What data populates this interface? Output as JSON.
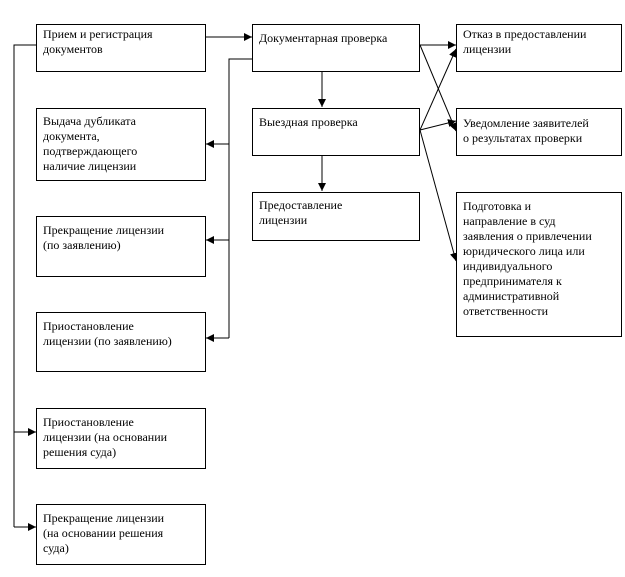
{
  "diagram": {
    "nodes": {
      "reg": "Прием и регистрация\nдокументов",
      "doccheck": "Документарная проверка",
      "refusal": "Отказ в предоставлении\nлицензии",
      "duplicate": "Выдача дубликата\nдокумента,\nподтверждающего\nналичие лицензии",
      "field": "Выездная проверка",
      "notify": "Уведомление заявителей\nо результатах проверки",
      "grant": "Предоставление\nлицензии",
      "court": "Подготовка и\nнаправление в суд\nзаявления о привлечении\nюридического лица или\nиндивидуального\nпредпринимателя к\nадминистративной\nответственности",
      "term_app": "Прекращение лицензии\n(по заявлению)",
      "susp_app": "Приостановление\nлицензии (по заявлению)",
      "susp_court": "Приостановление\nлицензии (на основании\nрешения суда)",
      "term_court": "Прекращение лицензии\n(на основании решения\nсуда)"
    }
  }
}
